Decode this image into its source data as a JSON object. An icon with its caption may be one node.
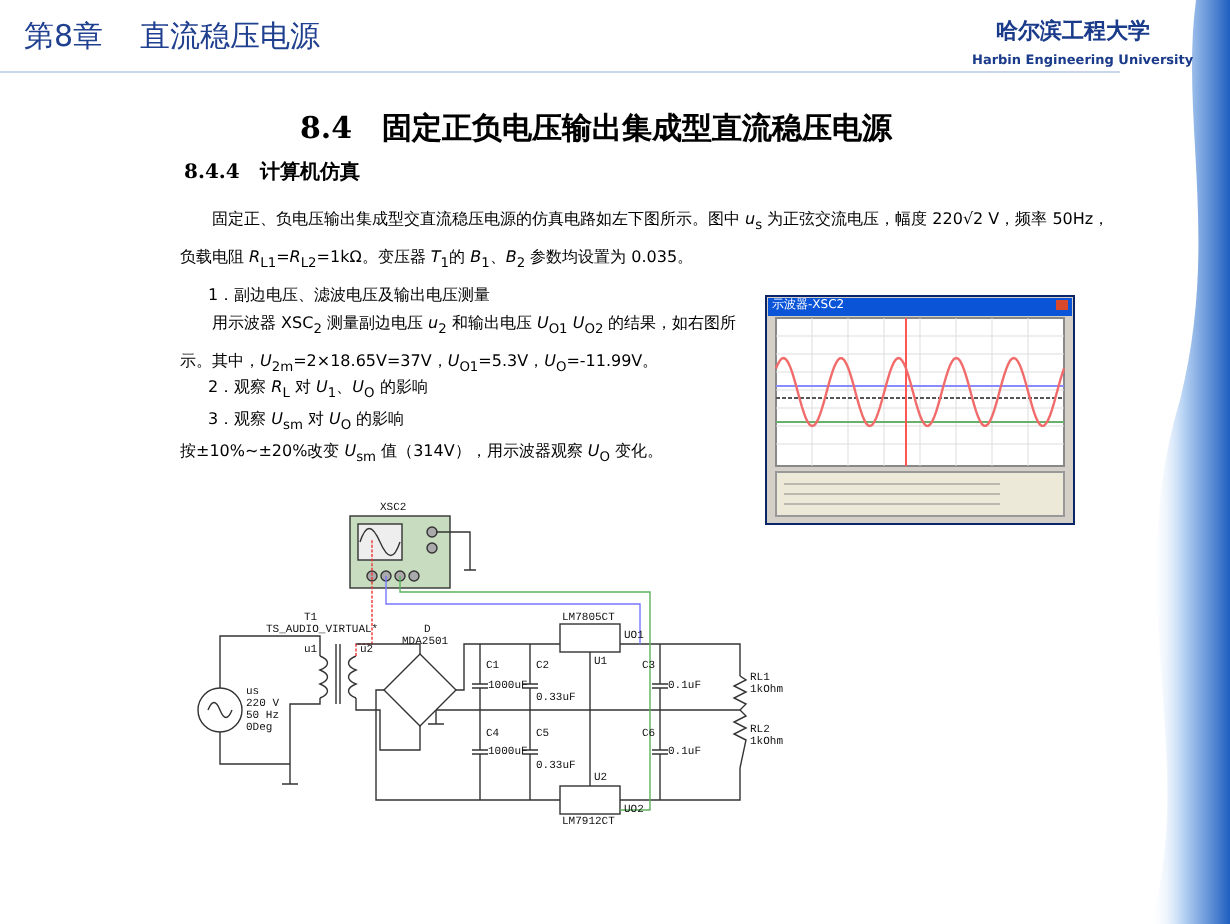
{
  "diagram": {
    "title": "8.4　固定正负电压输出集成型直流稳压电源",
    "labels": [
      "第8章",
      "直流稳压电源",
      "哈尔滨工程大学",
      "Harbin Engineering University",
      "8.4.4　计算机仿真",
      "固定正、负电压输出集成型交直流稳压电源的仿真电路如左下图所示。图中 *u*$_{s}$ 为正弦交流电压，幅度 220√2 V，频率 50Hz，负载电阻 *R*$_{L1}$=*R*$_{L2}$=1kΩ。变压器 *T*$_{1}$的 *B*$_{1}$、*B*$_{2}$ 参数均设置为 0.035。",
      "1．副边电压、滤波电压及输出电压测量",
      "用示波器 XSC$_{2}$ 测量副边电压 *u*$_{2}$ 和输出电压 *U*$_{O1}$ *U*$_{O2}$ 的结果，如右图所示。其中，*U*$_{2m}$=2×18.65V=37V，*U*$_{O1}$=5.3V，*U*$_{O}$=-11.99V。",
      "2．观察 *R*$_{L}$ 对 *U*$_{1}$、*U*$_{O}$ 的影响",
      "3．观察 *U*$_{sm}$ 对 *U*$_{O}$ 的影响",
      "按±10%~±20%改变 *U*$_{sm}$ 值（314V），用示波器观察 *U*$_{O}$ 变化。",
      "示波器-XSC2",
      "XSC2",
      "T1",
      "TS_AUDIO_VIRTUAL*",
      "u1",
      "u2",
      "us",
      "220 V",
      "50 Hz",
      "0Deg",
      "D",
      "MDA2501",
      "C1",
      "1000uF",
      "C2",
      "0.33uF",
      "C4",
      "1000uF",
      "C5",
      "0.33uF",
      "LM7805CT",
      "U1",
      "LM7912CT",
      "U2",
      "UO1",
      "UO2",
      "C3",
      "0.1uF",
      "C6",
      "0.1uF",
      "RL1",
      "1kOhm",
      "RL2",
      "1kOhm"
    ]
  }
}
